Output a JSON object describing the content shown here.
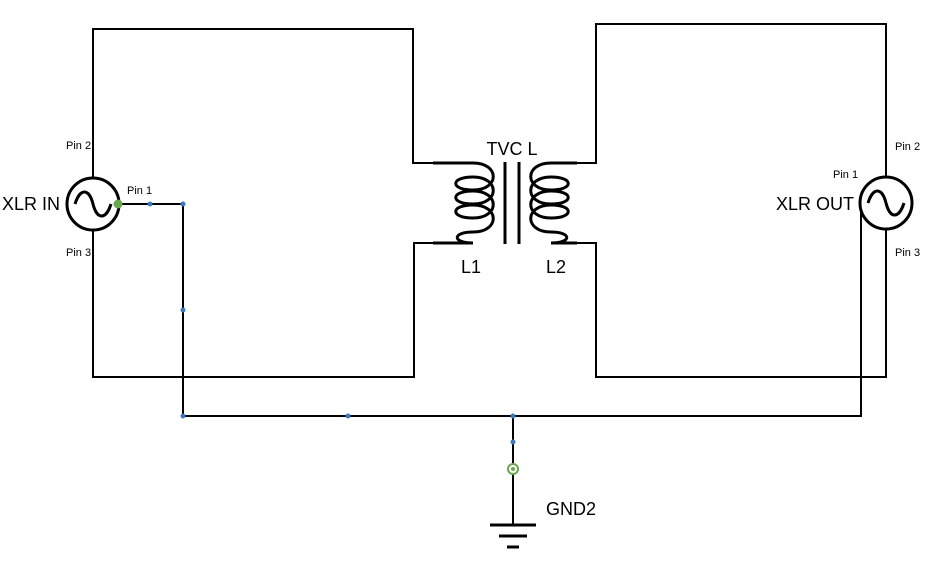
{
  "xlr_in": {
    "label": "XLR IN",
    "pin1": "Pin 1",
    "pin2": "Pin 2",
    "pin3": "Pin 3"
  },
  "xlr_out": {
    "label": "XLR OUT",
    "pin1": "Pin 1",
    "pin2": "Pin 2",
    "pin3": "Pin 3"
  },
  "transformer": {
    "label": "TVC L",
    "primary": "L1",
    "secondary": "L2"
  },
  "ground": {
    "label": "GND2"
  },
  "colors": {
    "wire": "#000000",
    "junction": "#3a78c3",
    "terminal": "#6aa84f"
  }
}
